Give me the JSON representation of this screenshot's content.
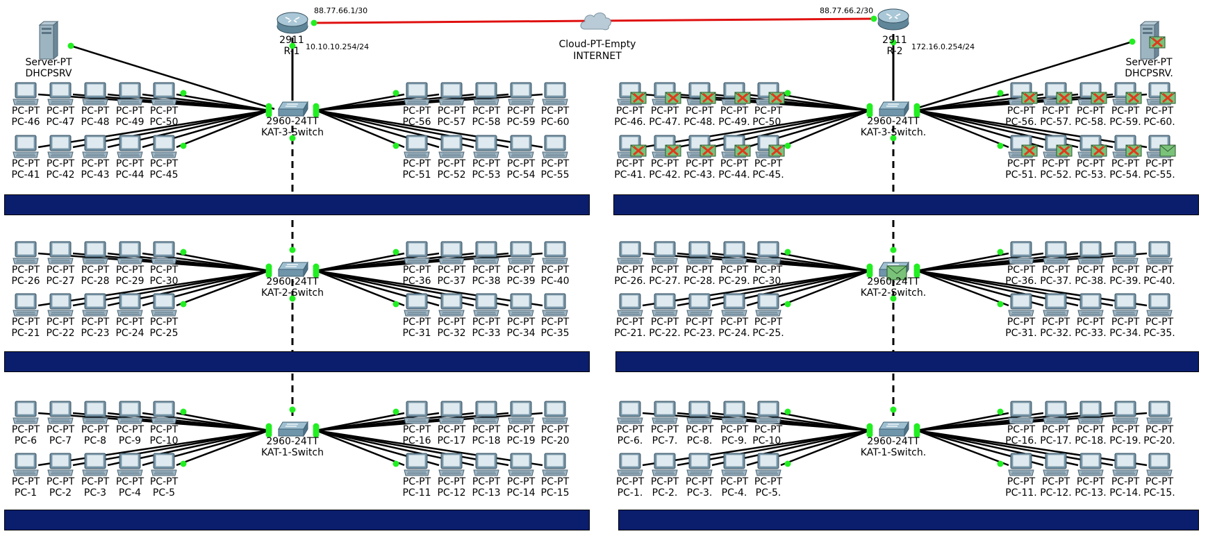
{
  "routers": {
    "r1": {
      "model": "2911",
      "name": "R-1",
      "wan_ip": "88.77.66.1/30",
      "lan_ip": "10.10.10.254/24"
    },
    "r2": {
      "model": "2911",
      "name": "R-2",
      "wan_ip": "88.77.66.2/30",
      "lan_ip": "172.16.0.254/24"
    }
  },
  "cloud": {
    "type": "Cloud-PT-Empty",
    "name": "INTERNET"
  },
  "servers": {
    "left": {
      "type": "Server-PT",
      "name": "DHCPSRV"
    },
    "right": {
      "type": "Server-PT",
      "name": "DHCPSRV."
    }
  },
  "switch_model": "2960-24TT",
  "pc_type": "PC-PT",
  "sites": {
    "left": {
      "floors": [
        {
          "switch": "KAT-3-Switch",
          "left_top": [
            "PC-46",
            "PC-47",
            "PC-48",
            "PC-49",
            "PC-50"
          ],
          "left_bottom": [
            "PC-41",
            "PC-42",
            "PC-43",
            "PC-44",
            "PC-45"
          ],
          "right_top": [
            "PC-56",
            "PC-57",
            "PC-58",
            "PC-59",
            "PC-60"
          ],
          "right_bottom": [
            "PC-51",
            "PC-52",
            "PC-53",
            "PC-54",
            "PC-55"
          ]
        },
        {
          "switch": "KAT-2-Switch",
          "left_top": [
            "PC-26",
            "PC-27",
            "PC-28",
            "PC-29",
            "PC-30"
          ],
          "left_bottom": [
            "PC-21",
            "PC-22",
            "PC-23",
            "PC-24",
            "PC-25"
          ],
          "right_top": [
            "PC-36",
            "PC-37",
            "PC-38",
            "PC-39",
            "PC-40"
          ],
          "right_bottom": [
            "PC-31",
            "PC-32",
            "PC-33",
            "PC-34",
            "PC-35"
          ]
        },
        {
          "switch": "KAT-1-Switch",
          "left_top": [
            "PC-6",
            "PC-7",
            "PC-8",
            "PC-9",
            "PC-10"
          ],
          "left_bottom": [
            "PC-1",
            "PC-2",
            "PC-3",
            "PC-4",
            "PC-5"
          ],
          "right_top": [
            "PC-16",
            "PC-17",
            "PC-18",
            "PC-19",
            "PC-20"
          ],
          "right_bottom": [
            "PC-11",
            "PC-12",
            "PC-13",
            "PC-14",
            "PC-15"
          ]
        }
      ]
    },
    "right": {
      "floors": [
        {
          "switch": "KAT-3-Switch.",
          "left_top": [
            "PC-46.",
            "PC-47.",
            "PC-48.",
            "PC-49.",
            "PC-50."
          ],
          "left_bottom": [
            "PC-41.",
            "PC-42.",
            "PC-43.",
            "PC-44.",
            "PC-45."
          ],
          "right_top": [
            "PC-56.",
            "PC-57.",
            "PC-58.",
            "PC-59.",
            "PC-60."
          ],
          "right_bottom": [
            "PC-51.",
            "PC-52.",
            "PC-53.",
            "PC-54.",
            "PC-55."
          ]
        },
        {
          "switch": "KAT-2-Switch.",
          "left_top": [
            "PC-26.",
            "PC-27.",
            "PC-28.",
            "PC-29.",
            "PC-30."
          ],
          "left_bottom": [
            "PC-21.",
            "PC-22.",
            "PC-23.",
            "PC-24.",
            "PC-25."
          ],
          "right_top": [
            "PC-36.",
            "PC-37.",
            "PC-38.",
            "PC-39.",
            "PC-40."
          ],
          "right_bottom": [
            "PC-31.",
            "PC-32.",
            "PC-33.",
            "PC-34.",
            "PC-35."
          ]
        },
        {
          "switch": "KAT-1-Switch.",
          "left_top": [
            "PC-6.",
            "PC-7.",
            "PC-8.",
            "PC-9.",
            "PC-10."
          ],
          "left_bottom": [
            "PC-1.",
            "PC-2.",
            "PC-3.",
            "PC-4.",
            "PC-5."
          ],
          "right_top": [
            "PC-16.",
            "PC-17.",
            "PC-18.",
            "PC-19.",
            "PC-20."
          ],
          "right_bottom": [
            "PC-11.",
            "PC-12.",
            "PC-13.",
            "PC-14.",
            "PC-15."
          ]
        }
      ]
    }
  },
  "colors": {
    "wan_link": "#e01010",
    "link": "#000000",
    "port_up": "#22ee22",
    "floor_bar": "#0b1e6e",
    "pdu_ok": "#7ac27a",
    "pdu_fail": "#e03a1a"
  }
}
